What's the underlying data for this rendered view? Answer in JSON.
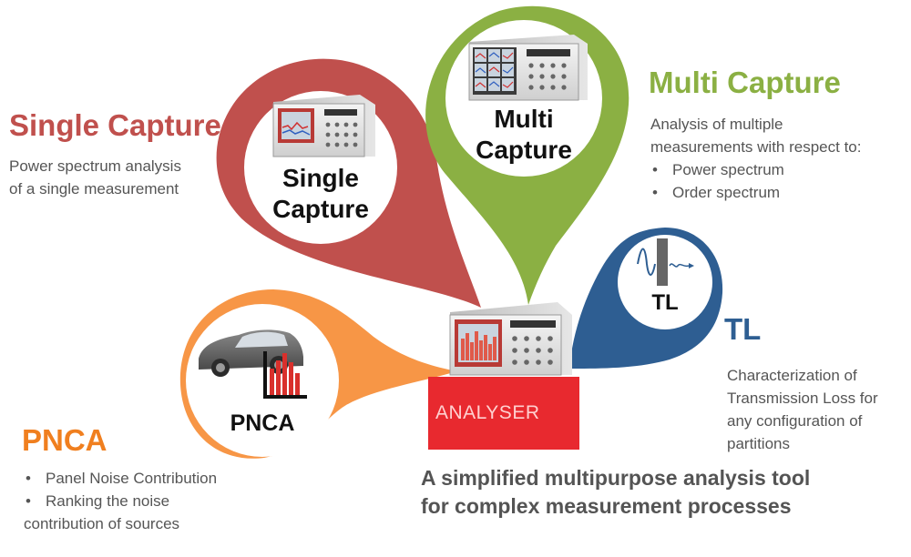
{
  "single_capture": {
    "heading": "Single Capture",
    "bubble_label_line1": "Single",
    "bubble_label_line2": "Capture",
    "desc_line1": "Power spectrum analysis",
    "desc_line2": "of a single measurement",
    "color": "#c0504d"
  },
  "multi_capture": {
    "heading": "Multi Capture",
    "bubble_label_line1": "Multi",
    "bubble_label_line2": "Capture",
    "desc_line1": "Analysis of multiple",
    "desc_line2": "measurements with respect to:",
    "bullets": [
      "Power spectrum",
      "Order spectrum"
    ],
    "color": "#8bb043"
  },
  "tl": {
    "heading": "TL",
    "bubble_label": "TL",
    "desc_lines": [
      "Characterization of",
      "Transmission Loss for",
      "any  configuration of",
      "partitions"
    ],
    "color": "#2e5e92"
  },
  "pnca": {
    "heading": "PNCA",
    "bubble_label": "PNCA",
    "bullet1": "Panel Noise Contribution",
    "bullet2": "Ranking the noise",
    "bullet2_cont": "contribution of sources",
    "color": "#f79646"
  },
  "analyser": {
    "label": "ANALYSER",
    "color": "#e8292f"
  },
  "tagline": {
    "line1": "A simplified multipurpose analysis tool",
    "line2": "for complex measurement processes"
  }
}
